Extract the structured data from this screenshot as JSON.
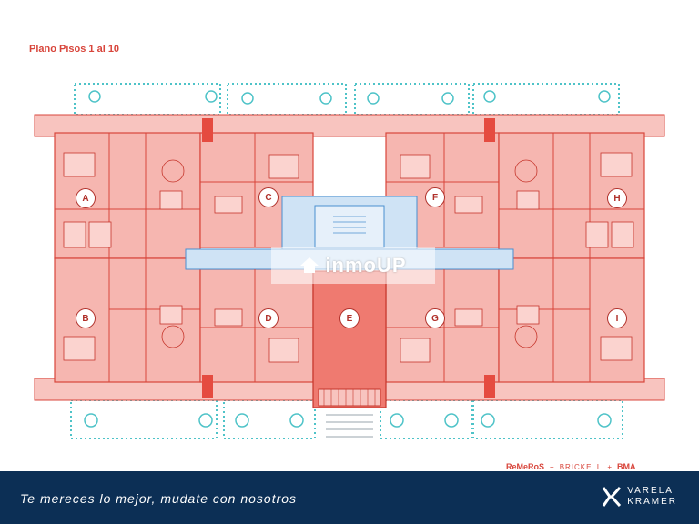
{
  "plan_title": "Plano Pisos 1 al 10",
  "units": [
    "A",
    "B",
    "C",
    "D",
    "E",
    "F",
    "G",
    "H",
    "I"
  ],
  "watermark": "inmoUP",
  "partners": {
    "remeros": "ReMeRoS",
    "brickell": "BRICKELL",
    "bma": "BMA",
    "plus": "+"
  },
  "footer": {
    "slogan": "Te mereces lo mejor, mudate con nosotros",
    "brand_line1": "VARELA",
    "brand_line2": "KRAMER"
  },
  "colors": {
    "unit_fill": "#f6b6b0",
    "unit_stroke": "#d8453b",
    "unit_e_fill": "#ef7a70",
    "core_fill": "#cfe3f5",
    "garden": "#4ec3c8",
    "footer_bg": "#0c2f55"
  },
  "icons": [
    "house-icon",
    "k-logo-icon"
  ]
}
